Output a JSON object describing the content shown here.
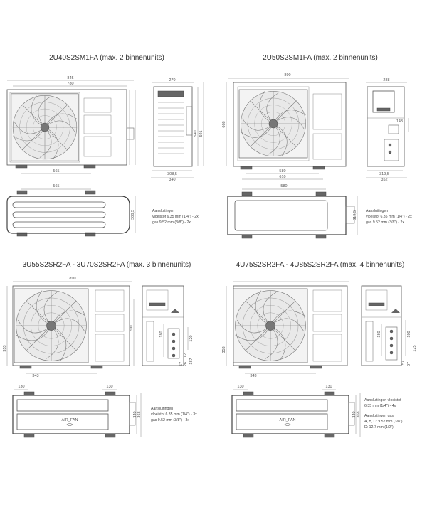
{
  "panels": [
    {
      "title": "2U40S2SM1FA (max. 2 binnenunits)",
      "front": {
        "overall": "845",
        "inner": "780",
        "bottom": "565"
      },
      "side": {
        "top": "270",
        "h1": "540",
        "h2": "591",
        "bottom1": "308,5",
        "bottom2": "340"
      },
      "top": {
        "width": "565",
        "depth": "308,5"
      },
      "notes": [
        "Aansluitingen",
        "vloeistof 6.35 mm (1/4\") - 2x",
        "gas 9.52 mm (3/8\") - 2x"
      ]
    },
    {
      "title": "2U50S2SM1FA (max. 2 binnenunits)",
      "front": {
        "overall": "890",
        "height": "668",
        "b1": "580",
        "b2": "610"
      },
      "side": {
        "top": "288",
        "mid": "143",
        "b1": "319,5",
        "b2": "352"
      },
      "top": {
        "width": "580",
        "depth": "319,5"
      },
      "notes": [
        "Aansluitingen",
        "vloeistof 6.35 mm (1/4\") - 2x",
        "gas 9.52 mm (3/8\") - 2x"
      ]
    },
    {
      "title": "3U55S2SR2FA - 3U70S2SR2FA (max. 3 binnenunits)",
      "front": {
        "overall": "890",
        "height": "353",
        "h2": "700",
        "bottom": "343"
      },
      "side": {
        "v1": "180",
        "v2": "120",
        "v3": "72",
        "v4": "57",
        "v5": "26",
        "v6": "187"
      },
      "top": {
        "w1": "130",
        "w2": "130",
        "d1": "340",
        "d2": "368",
        "fan_label": "AIR_FAN"
      },
      "notes": [
        "Aansluitingen",
        "vloeistof 6.35 mm (1/4\") - 3x",
        "gas 9.52 mm (3/8\") - 3x"
      ]
    },
    {
      "title": "4U75S2SR2FA - 4U85S2SR2FA (max. 4 binnenunits)",
      "front": {
        "height": "353",
        "bottom": "343"
      },
      "side": {
        "v1": "180",
        "v2": "180",
        "v3": "125",
        "v4": "57",
        "v5": "37"
      },
      "top": {
        "w1": "130",
        "w2": "130",
        "d1": "340",
        "d2": "368",
        "fan_label": "AIR_FAN"
      },
      "notes": [
        "Aansluitingen vloeistof",
        "6.35 mm (1/4\") - 4x",
        "Aansluitingen gas",
        "A, B, C: 9.52 mm (3/8\")",
        "D: 12.7 mm (1/2\")"
      ]
    }
  ]
}
